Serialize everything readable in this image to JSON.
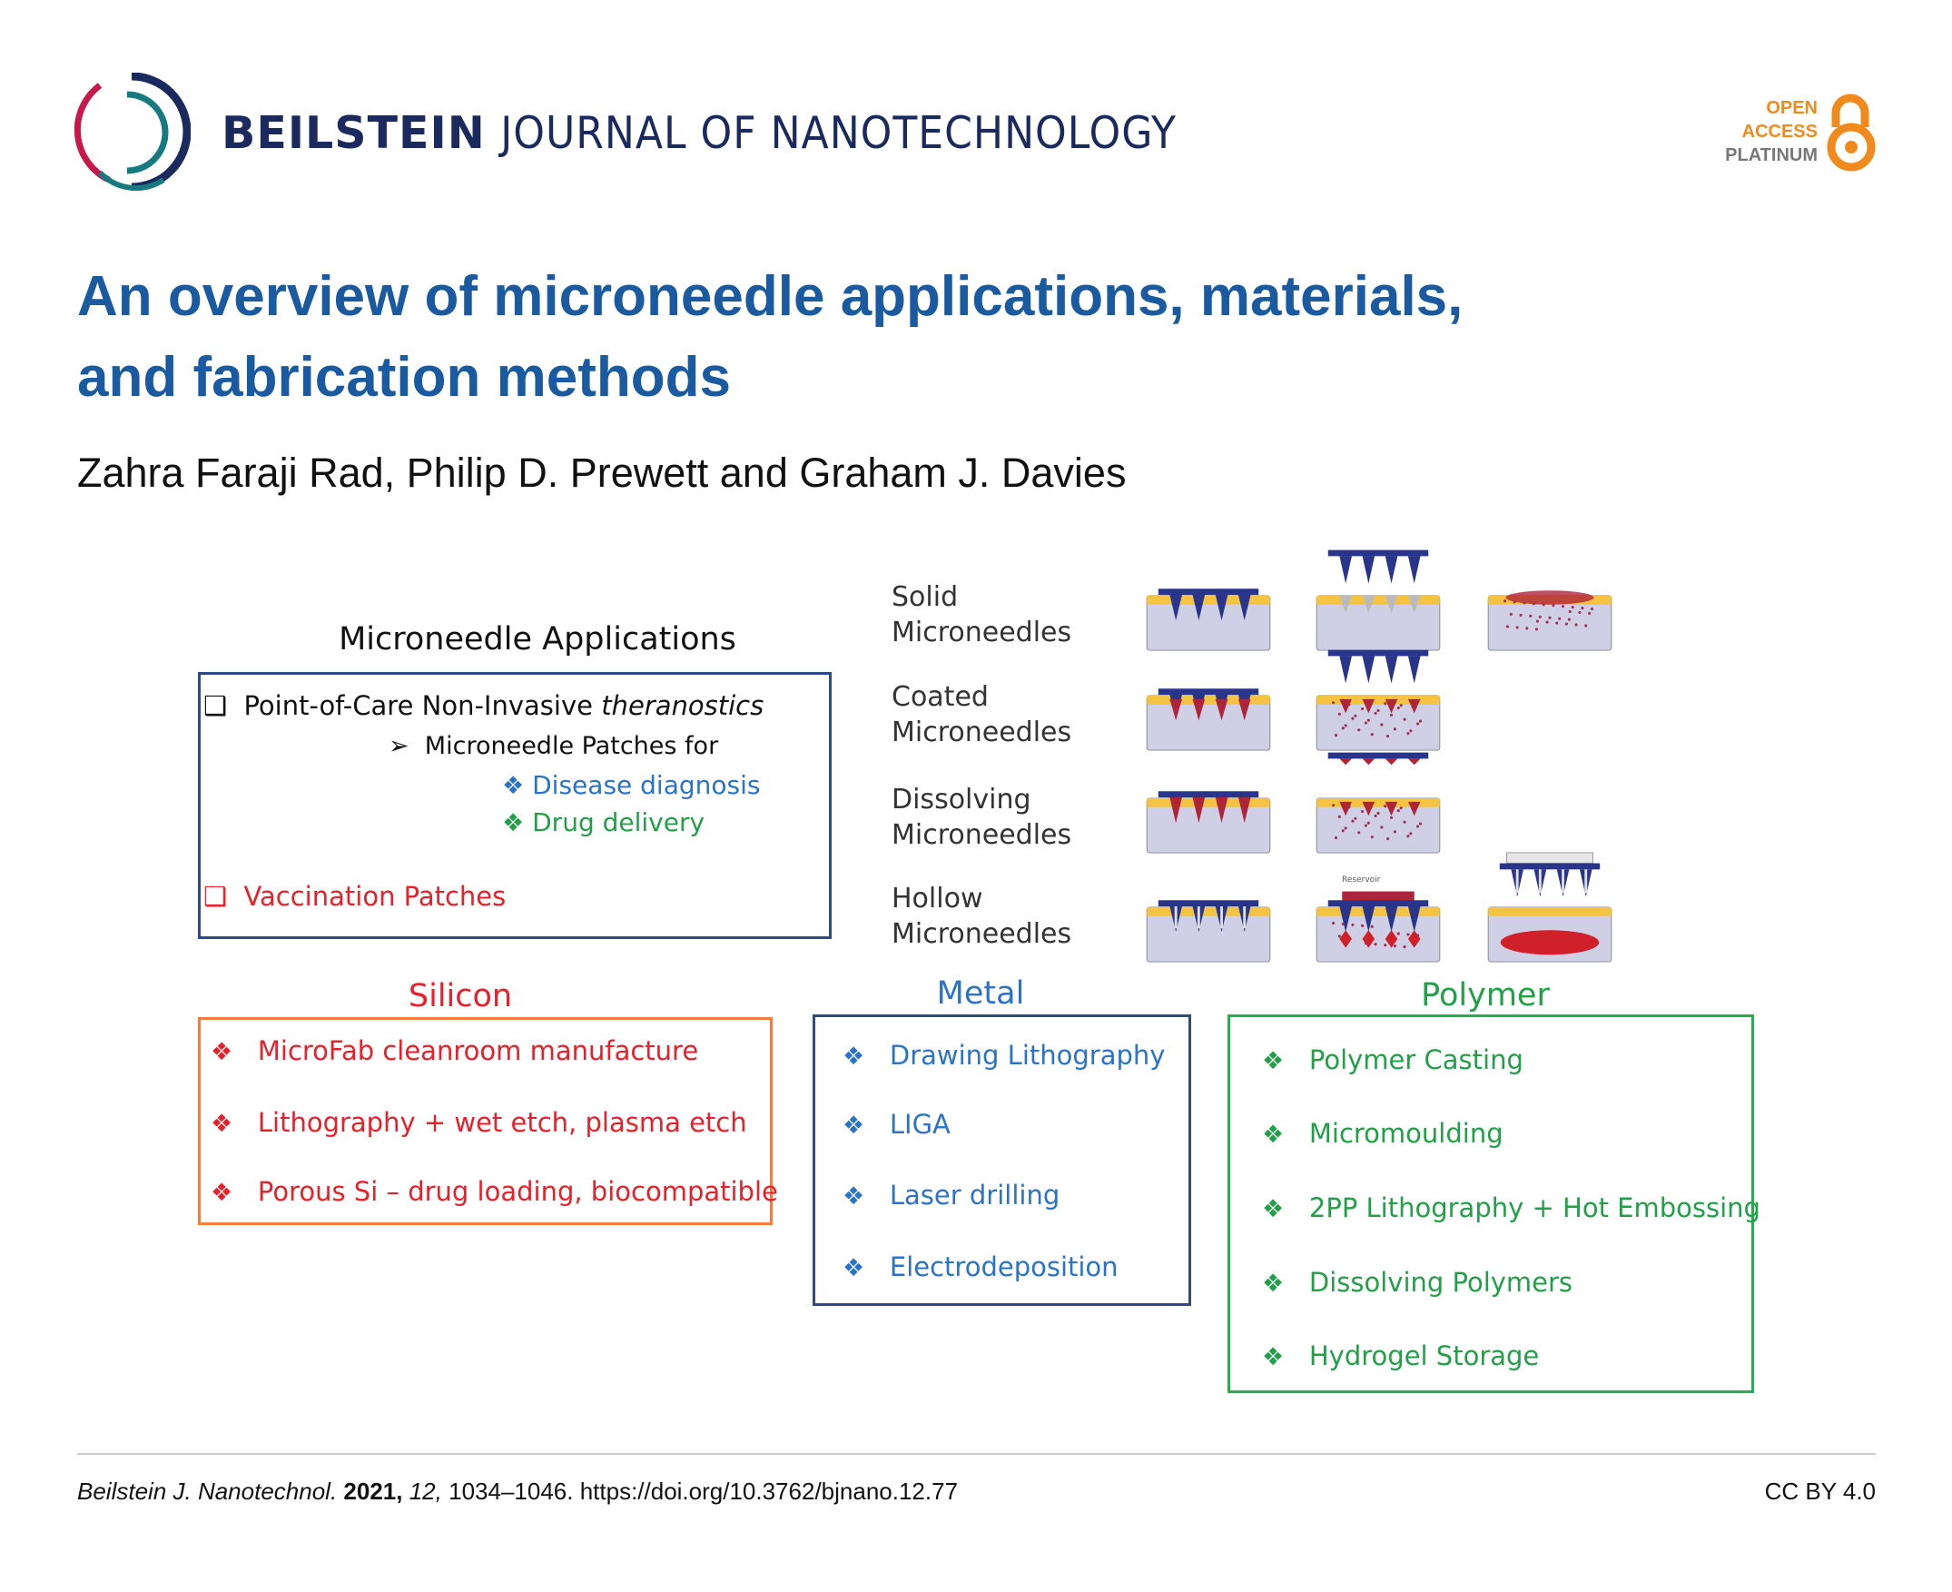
{
  "header": {
    "journal_bold": "BEILSTEIN",
    "journal_rest": "JOURNAL OF NANOTECHNOLOGY",
    "oa": [
      "OPEN",
      "ACCESS",
      "PLATINUM"
    ]
  },
  "article": {
    "title_line1": "An overview of microneedle applications, materials,",
    "title_line2": "and fabrication methods",
    "authors": "Zahra Faraji Rad, Philip D. Prewett and Graham J. Davies"
  },
  "figure": {
    "applications": {
      "heading": "Microneedle Applications",
      "item1_prefix": "Point-of-Care Non-Invasive ",
      "item1_italic": "theranostics",
      "sub": "Microneedle Patches for",
      "bullet1": "Disease diagnosis",
      "bullet2": "Drug delivery",
      "item2": "Vaccination Patches"
    },
    "types": [
      "Solid\nMicroneedles",
      "Coated\nMicroneedles",
      "Dissolving\nMicroneedles",
      "Hollow\nMicroneedles"
    ],
    "reservoir_label": "Reservoir",
    "panels": [
      [
        "solid-inserted",
        "solid-removed",
        "solid-diffused"
      ],
      [
        "coated-inserted",
        "coated-removed"
      ],
      [
        "dissolving-inserted",
        "dissolving-removed"
      ],
      [
        "hollow-inserted",
        "hollow-reservoir",
        "hollow-infusion"
      ]
    ],
    "silicon": {
      "heading": "Silicon",
      "items": [
        "MicroFab cleanroom manufacture",
        "Lithography + wet etch, plasma etch",
        "Porous Si – drug loading, biocompatible"
      ]
    },
    "metal": {
      "heading": "Metal",
      "items": [
        "Drawing Lithography",
        "LIGA",
        " Laser drilling",
        "Electrodeposition"
      ]
    },
    "polymer": {
      "heading": "Polymer",
      "items": [
        "Polymer Casting",
        "Micromoulding",
        " 2PP Lithography + Hot Embossing",
        "Dissolving Polymers",
        "Hydrogel Storage"
      ]
    },
    "colors": {
      "apps": "#2e4a8a",
      "silicon": "#f47c3c",
      "metal": "#2e4a8a",
      "polymer": "#22b04a",
      "blue": "#2a73c8",
      "green": "#22a048",
      "red": "#e8202a"
    }
  },
  "footer": {
    "journal": "Beilstein J. Nanotechnol.",
    "year": "2021,",
    "volume": "12,",
    "rest": "1034–1046. https://doi.org/10.3762/bjnano.12.77",
    "license": "CC BY 4.0"
  }
}
